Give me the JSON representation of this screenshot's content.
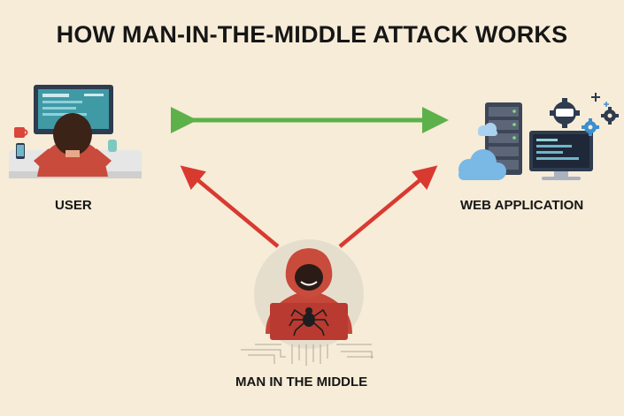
{
  "title": "HOW MAN-IN-THE-MIDDLE ATTACK WORKS",
  "nodes": {
    "user": "USER",
    "web_app": "WEB APPLICATION",
    "attacker": "MAN IN THE MIDDLE"
  },
  "colors": {
    "background": "#f6ecd8",
    "legit_arrow": "#5db14a",
    "attack_arrow": "#d93a30"
  },
  "icons": [
    "user-at-computer-icon",
    "server-cloud-icon",
    "hacker-icon"
  ]
}
